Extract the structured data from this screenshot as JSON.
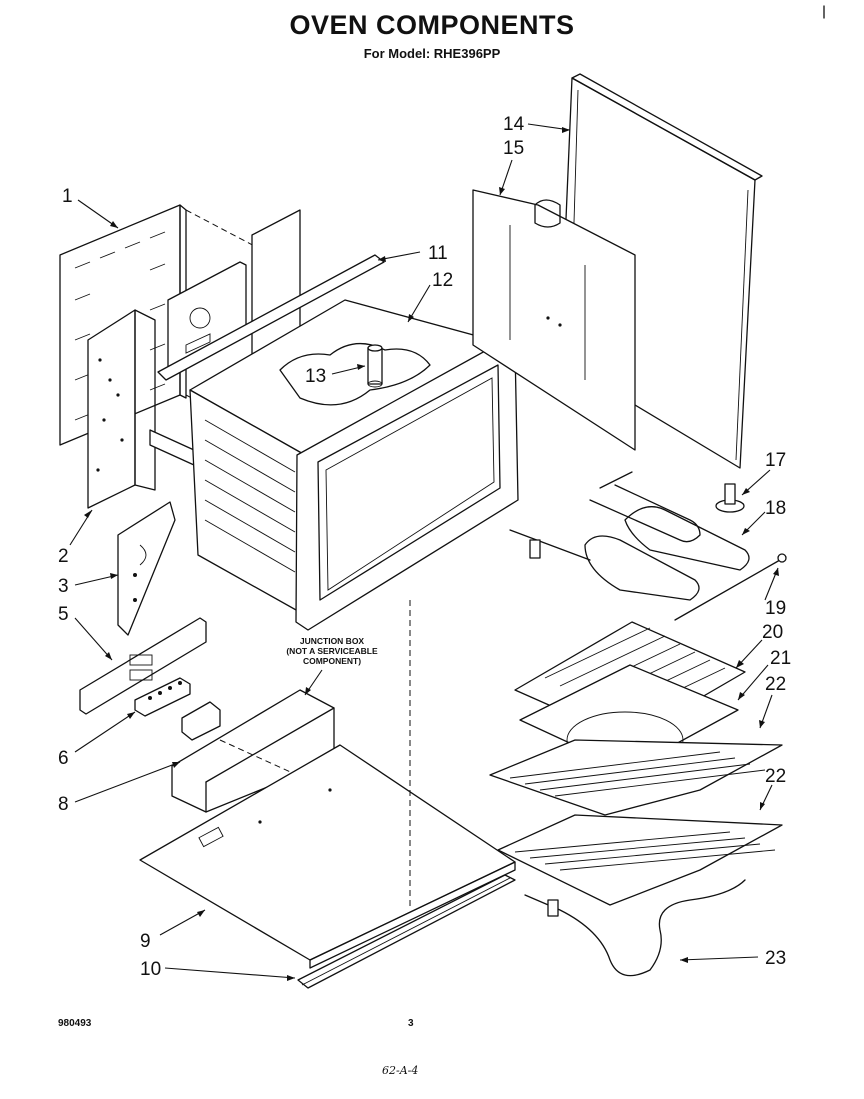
{
  "title": "OVEN COMPONENTS",
  "subtitle": "For Model: RHE396PP",
  "junction_box_label": [
    "JUNCTION BOX",
    "(NOT A SERVICEABLE",
    "COMPONENT)"
  ],
  "callouts": [
    "1",
    "2",
    "3",
    "5",
    "6",
    "8",
    "9",
    "10",
    "11",
    "12",
    "13",
    "14",
    "15",
    "17",
    "18",
    "19",
    "20",
    "21",
    "22",
    "22",
    "23"
  ],
  "footer": {
    "code": "980493",
    "page": "3",
    "handwritten": "62-A-4"
  }
}
